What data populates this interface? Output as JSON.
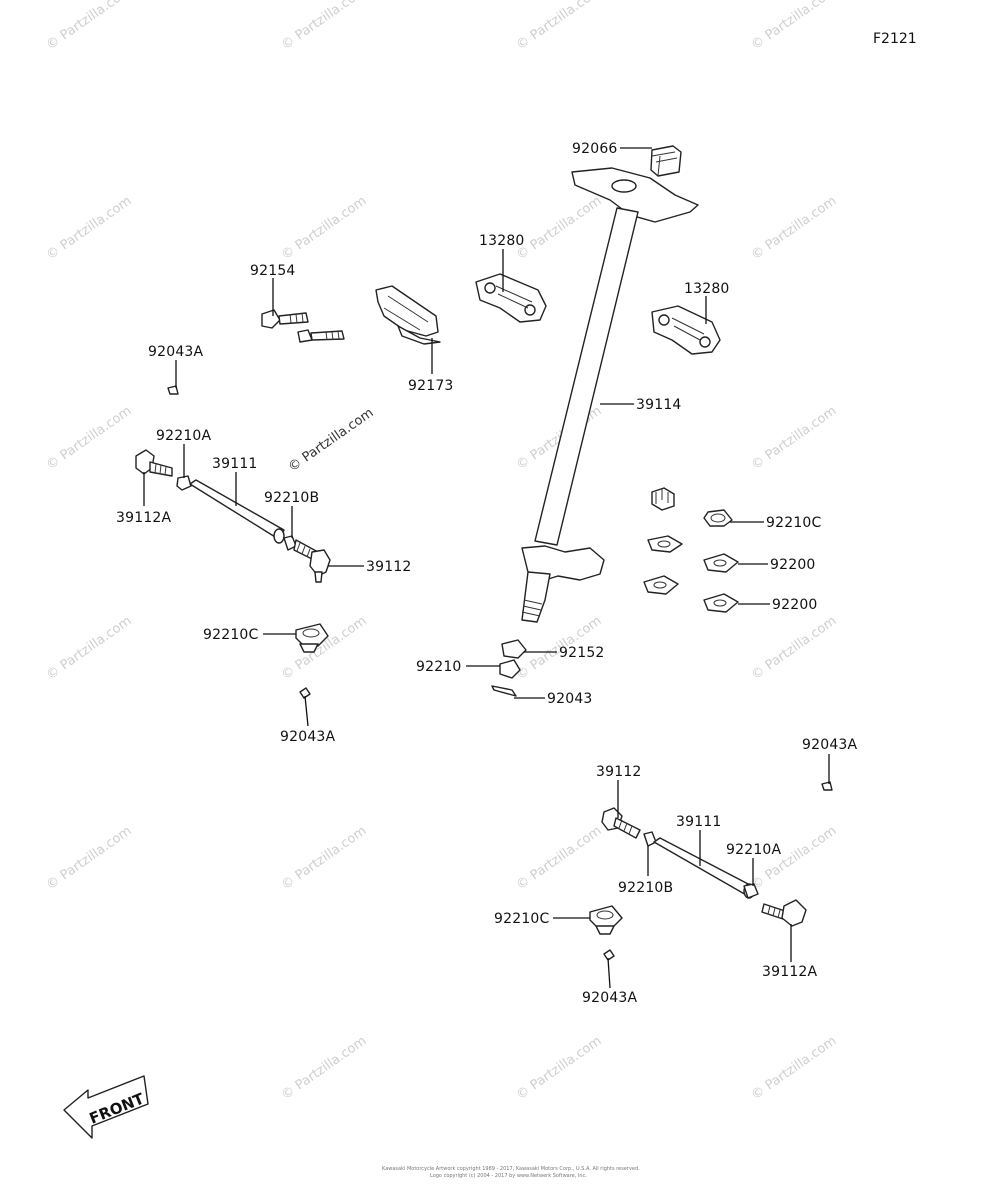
{
  "figure_code": "F2121",
  "watermark": "© Partzilla.com",
  "front_label": "FRONT",
  "copyright": [
    "Kawasaki Motorcycle Artwork copyright 1989 - 2017, Kawasaki Motors Corp., U.S.A. All rights reserved.",
    "Logo copyright (c) 2004 - 2017 by www.Netwerk Software, Inc."
  ],
  "callouts": [
    {
      "id": "c1",
      "label": "92066"
    },
    {
      "id": "c2",
      "label": "13280"
    },
    {
      "id": "c3",
      "label": "13280"
    },
    {
      "id": "c4",
      "label": "92154"
    },
    {
      "id": "c5",
      "label": "92173"
    },
    {
      "id": "c6",
      "label": "92043A"
    },
    {
      "id": "c7",
      "label": "39114"
    },
    {
      "id": "c8",
      "label": "92210A"
    },
    {
      "id": "c9",
      "label": "39111"
    },
    {
      "id": "c10",
      "label": "39112A"
    },
    {
      "id": "c11",
      "label": "92210B"
    },
    {
      "id": "c12",
      "label": "39112"
    },
    {
      "id": "c13",
      "label": "92210C"
    },
    {
      "id": "c14",
      "label": "92200"
    },
    {
      "id": "c15",
      "label": "92200"
    },
    {
      "id": "c16",
      "label": "92210C"
    },
    {
      "id": "c17",
      "label": "92152"
    },
    {
      "id": "c18",
      "label": "92210"
    },
    {
      "id": "c19",
      "label": "92043"
    },
    {
      "id": "c20",
      "label": "92043A"
    },
    {
      "id": "c21",
      "label": "92043A"
    },
    {
      "id": "c22",
      "label": "39112"
    },
    {
      "id": "c23",
      "label": "39111"
    },
    {
      "id": "c24",
      "label": "92210A"
    },
    {
      "id": "c25",
      "label": "92210B"
    },
    {
      "id": "c26",
      "label": "92210C"
    },
    {
      "id": "c27",
      "label": "39112A"
    },
    {
      "id": "c28",
      "label": "92043A"
    }
  ]
}
